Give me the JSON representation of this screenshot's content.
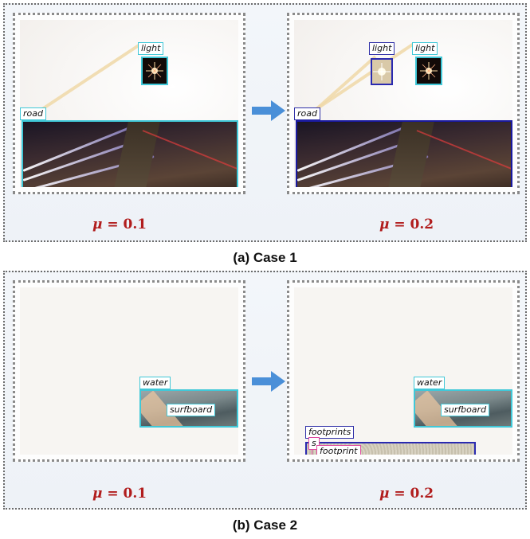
{
  "case1": {
    "caption": "(a) Case 1",
    "left": {
      "mu_symbol": "μ",
      "mu_text": " = 0.1",
      "labels": {
        "light": "light",
        "road": "road"
      }
    },
    "right": {
      "mu_symbol": "μ",
      "mu_text": " = 0.2",
      "labels": {
        "light_a": "light",
        "light_b": "light",
        "road": "road"
      }
    }
  },
  "case2": {
    "caption": "(b) Case 2",
    "left": {
      "mu_symbol": "μ",
      "mu_text": " = 0.1",
      "labels": {
        "water": "water",
        "surfboard": "surfboard"
      }
    },
    "right": {
      "mu_symbol": "μ",
      "mu_text": " = 0.2",
      "labels": {
        "water": "water",
        "surfboard": "surfboard",
        "footprints": "footprints",
        "s": "s",
        "footprint": "footprint"
      }
    }
  },
  "colors": {
    "cyan_box": "#40c8d8",
    "blue_box": "#2a2ab0",
    "pink_box": "#e04aa0",
    "mu_color": "#b11d1d",
    "arrow": "#4a8fd8"
  },
  "icons": {
    "transition_arrow": "arrow-right-icon"
  }
}
